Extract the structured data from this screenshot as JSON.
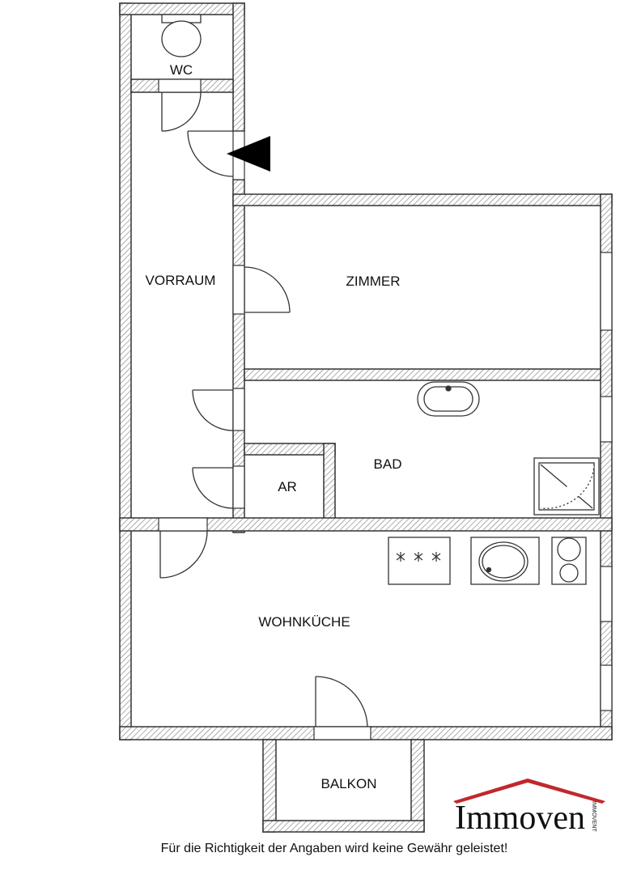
{
  "rooms": {
    "wc": "WC",
    "vorraum": "VORRAUM",
    "zimmer": "ZIMMER",
    "bad": "BAD",
    "ar": "AR",
    "wohnkueche": "WOHNKÜCHE",
    "balkon": "BALKON"
  },
  "logo": {
    "name": "Immoven",
    "vertical_text": "IMMOVENT"
  },
  "disclaimer": "Für die Richtigkeit der Angaben wird keine Gewähr geleistet!",
  "colors": {
    "wall_line": "#333333",
    "logo_roof": "#c0282d"
  }
}
